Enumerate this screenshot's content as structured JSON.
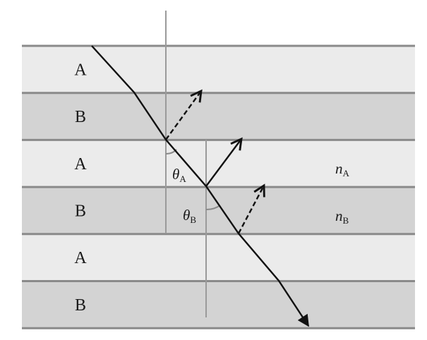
{
  "diagram": {
    "title": "Multilayer interference: refraction and reflection through alternating layers A and B",
    "layers": [
      {
        "label": "A",
        "material": "A"
      },
      {
        "label": "B",
        "material": "B"
      },
      {
        "label": "A",
        "material": "A"
      },
      {
        "label": "B",
        "material": "B"
      },
      {
        "label": "A",
        "material": "A"
      },
      {
        "label": "B",
        "material": "B"
      }
    ],
    "annotations": {
      "theta_a": {
        "symbol": "θ",
        "subscript": "A"
      },
      "theta_b": {
        "symbol": "θ",
        "subscript": "B"
      },
      "n_a": {
        "symbol": "n",
        "subscript": "A"
      },
      "n_b": {
        "symbol": "n",
        "subscript": "B"
      }
    },
    "colors": {
      "layer_a": "#ebebeb",
      "layer_b": "#d3d3d3",
      "boundary": "#8a8a8a",
      "normal": "#9a9a9a",
      "ray": "#111111"
    }
  }
}
